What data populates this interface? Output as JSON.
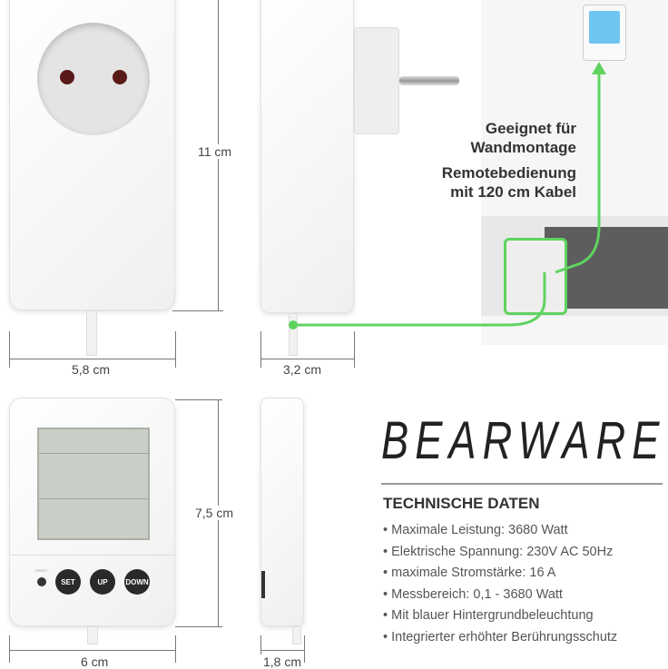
{
  "dimensions": {
    "front_height": "11 cm",
    "front_width": "5,8 cm",
    "side_depth": "3,2 cm",
    "display_height": "7,5 cm",
    "display_width": "6 cm",
    "display_depth": "1,8 cm"
  },
  "notes": {
    "wall_line1": "Geeignet für",
    "wall_line2": "Wandmontage",
    "remote_line1": "Remotebedienung",
    "remote_line2": "mit 120 cm Kabel"
  },
  "display_buttons": {
    "reset": "RESET",
    "set": "SET",
    "up": "UP",
    "down": "DOWN"
  },
  "brand": "BEARWARE",
  "specs": {
    "title": "TECHNISCHE DATEN",
    "items": [
      "Maximale Leistung: 3680 Watt",
      "Elektrische Spannung: 230V AC 50Hz",
      "maximale Stromstärke: 16 A",
      "Messbereich: 0,1 - 3680 Watt",
      "Mit blauer Hintergrundbeleuchtung",
      "Integrierter erhöhter Berührungsschutz"
    ]
  },
  "colors": {
    "cable_highlight": "#5fd35f",
    "lcd": "#c9cfc6",
    "backlight": "#6ec6f0"
  }
}
